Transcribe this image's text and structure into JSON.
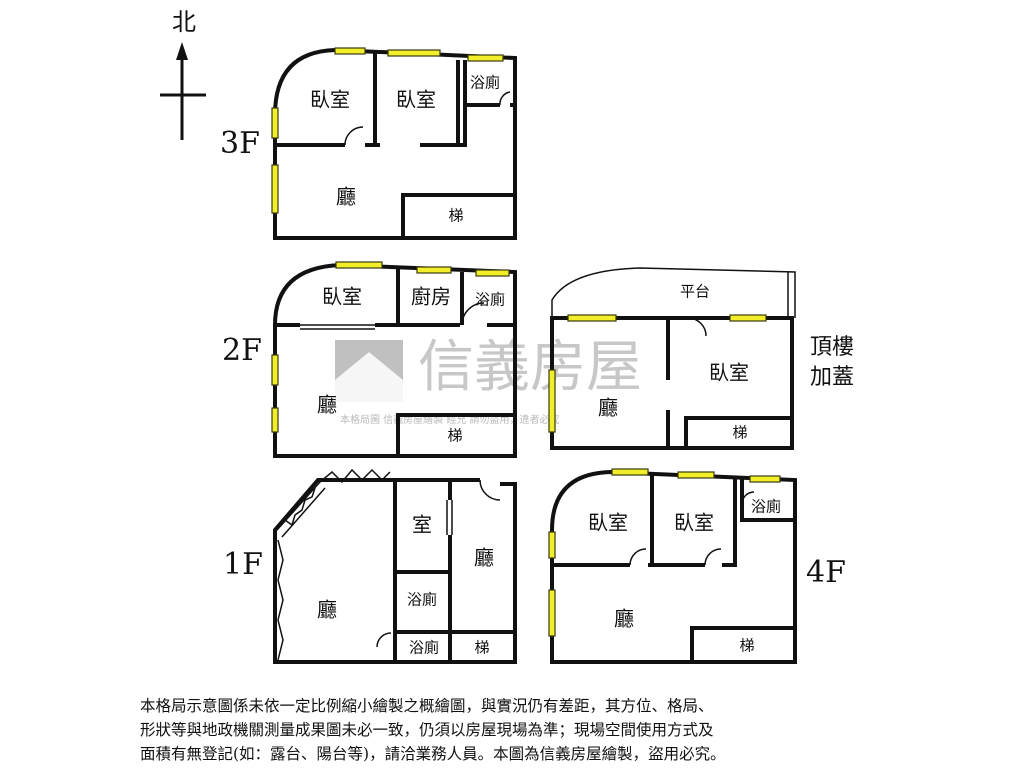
{
  "compass": {
    "label": "北"
  },
  "floors": {
    "f3": {
      "label": "3F",
      "rooms": {
        "bed1": "臥室",
        "bed2": "臥室",
        "bath": "浴廁",
        "hall": "廳",
        "stair": "梯"
      }
    },
    "f2": {
      "label": "2F",
      "rooms": {
        "bed": "臥室",
        "kitchen": "廚房",
        "bath": "浴廁",
        "hall": "廳",
        "stair": "梯"
      }
    },
    "roof": {
      "label_line1": "頂樓",
      "label_line2": "加蓋",
      "rooms": {
        "terrace": "平台",
        "bed": "臥室",
        "hall": "廳",
        "stair": "梯"
      }
    },
    "f1": {
      "label": "1F",
      "rooms": {
        "room": "室",
        "hall_main": "廳",
        "hall_right": "廳",
        "bath1": "浴廁",
        "bath2": "浴廁",
        "stair": "梯"
      }
    },
    "f4": {
      "label": "4F",
      "rooms": {
        "bed1": "臥室",
        "bed2": "臥室",
        "bath": "浴廁",
        "hall": "廳",
        "stair": "梯"
      }
    }
  },
  "watermark": {
    "brand": "信義房屋",
    "fine_print": "本格局圖 信義房屋繪製 經允 請勿盜用，違者必究"
  },
  "disclaimer": {
    "line1": "本格局示意圖係未依一定比例縮小繪製之概繪圖，與實況仍有差距，其方位、格局、",
    "line2": "形狀等與地政機關測量成果圖未必一致，仍須以房屋現場為準；現場空間使用方式及",
    "line3": "面積有無登記(如：露台、陽台等)，請洽業務人員。本圖為信義房屋繪製，盜用必究。"
  },
  "colors": {
    "window": "#f2ee2a",
    "wall": "#111111",
    "watermark": "#9b9b9b"
  }
}
